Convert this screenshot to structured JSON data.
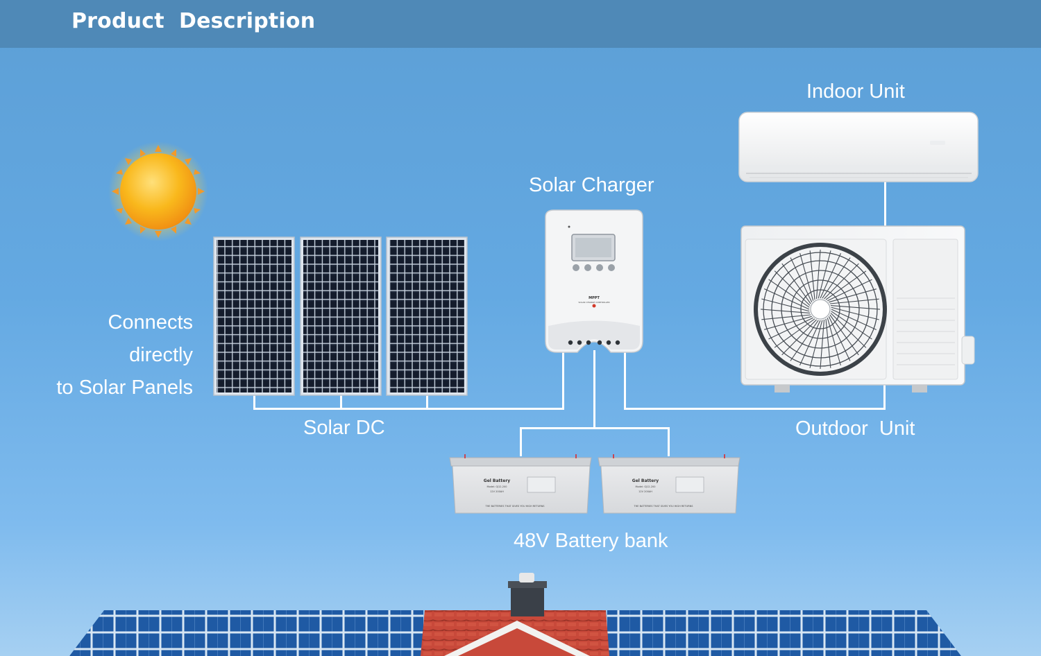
{
  "header": {
    "title": "Product  Description"
  },
  "labels": {
    "indoor_unit": "Indoor Unit",
    "solar_charger": "Solar Charger",
    "connects_line1": "Connects",
    "connects_line2": "directly",
    "connects_line3": "to Solar Panels",
    "solar_dc": "Solar DC",
    "outdoor_unit": "Outdoor  Unit",
    "battery_bank": "48V Battery bank"
  },
  "charger": {
    "brand": "MPPT",
    "subtitle": "SOLAR CHARGE CONTROLLER"
  },
  "battery": {
    "title": "Gel Battery",
    "model": "Model: GJ12-200",
    "spec": "12V 200AH",
    "footer": "THE BATTERIES THAT GIVES YOU HIGH RETURNS"
  },
  "colors": {
    "sky_top": "#5c9fd6",
    "header_bg": "#4f89b7",
    "text": "#ffffff",
    "wire": "#ffffff",
    "panel_cell": "#141c2c",
    "sun": "#f7b21b",
    "roof_tile": "#c8493a"
  },
  "icons": [
    "sun-icon",
    "solar-panel-icon",
    "charge-controller-icon",
    "battery-icon",
    "ac-indoor-unit-icon",
    "ac-outdoor-unit-icon",
    "house-roof-icon"
  ]
}
